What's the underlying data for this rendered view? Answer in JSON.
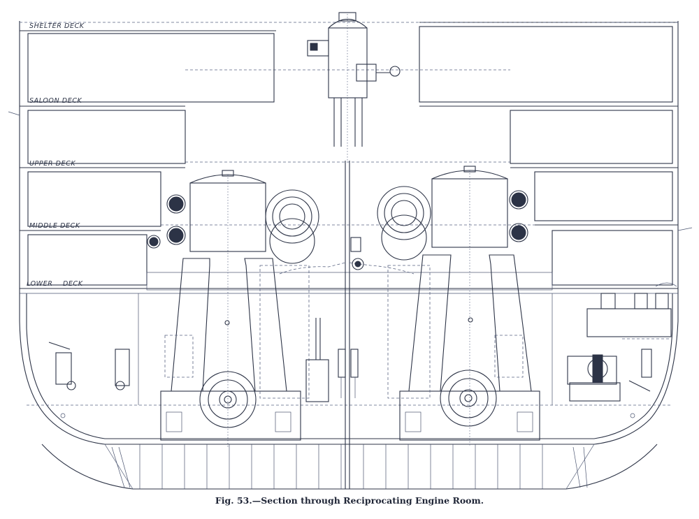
{
  "figure": {
    "caption": "Fig. 53.—Section through Reciprocating Engine Room."
  },
  "decks": [
    {
      "label": "SHELTER DECK"
    },
    {
      "label": "SALOON DECK"
    },
    {
      "label": "UPPER DECK"
    },
    {
      "label": "MIDDLE DECK"
    },
    {
      "label": "LOWER    DECK"
    }
  ],
  "colors": {
    "ink": "#2c3346",
    "paper": "#ffffff"
  }
}
